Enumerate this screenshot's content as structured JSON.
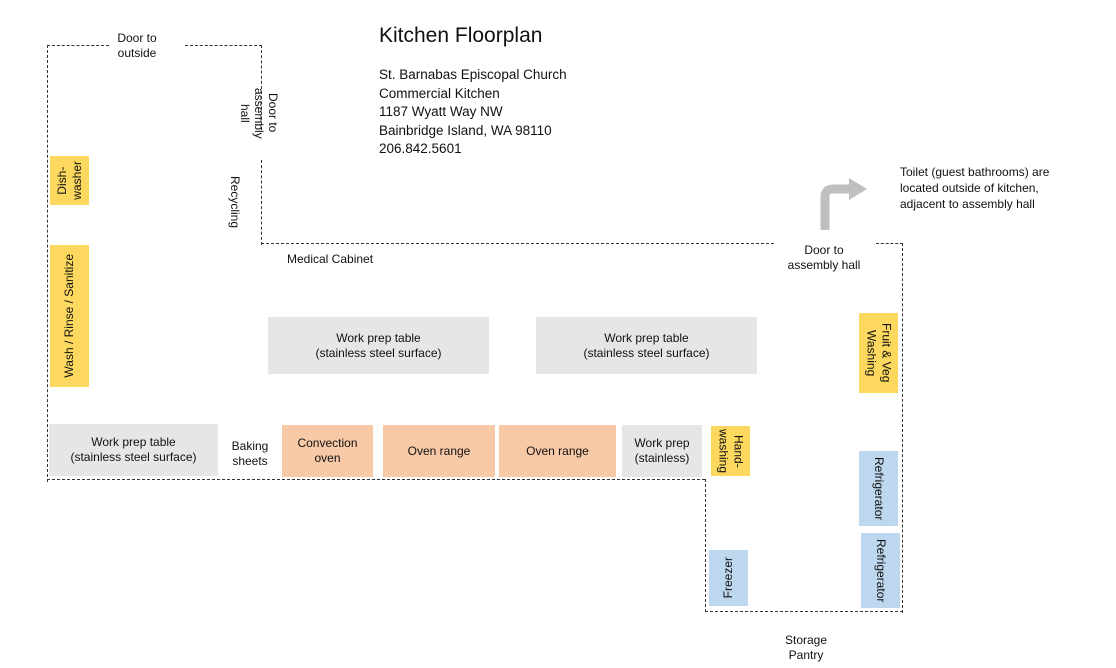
{
  "title": "Kitchen Floorplan",
  "address": {
    "line1": "St. Barnabas Episcopal Church",
    "line2": "Commercial Kitchen",
    "line3": "1187 Wyatt Way NW",
    "line4": "Bainbridge Island, WA 98110",
    "line5": "206.842.5601"
  },
  "labels": {
    "door_outside": "Door to\noutside",
    "door_assembly_side": "Door to\nassembly hall",
    "recycling": "Recycling",
    "medical_cabinet": "Medical Cabinet",
    "door_assembly_main": "Door to\nassembly hall",
    "toilet_note": "Toilet (guest bathrooms) are\nlocated outside of kitchen,\nadjacent to assembly hall",
    "baking_sheets": "Baking\nsheets",
    "storage_pantry": "Storage\nPantry"
  },
  "fixtures": {
    "dishwasher": "Dish-\nwasher",
    "wash_rinse_sanitize": "Wash / Rinse / Sanitize",
    "prep_table_center_left": "Work prep table\n(stainless steel surface)",
    "prep_table_center_right": "Work prep table\n(stainless steel surface)",
    "prep_table_bottom_left": "Work prep table\n(stainless steel surface)",
    "convection_oven": "Convection\noven",
    "oven_range_1": "Oven range",
    "oven_range_2": "Oven range",
    "work_prep_stainless": "Work prep\n(stainless)",
    "handwashing": "Hand-\nwashing",
    "fruit_veg_washing": "Fruit & Veg\nWashing",
    "refrigerator_1": "Refrigerator",
    "refrigerator_2": "Refrigerator",
    "freezer": "Freezer"
  },
  "colors": {
    "gray": "#e6e6e6",
    "peach": "#f7c9a7",
    "yellow": "#fcd85e",
    "blue": "#bdd7ee",
    "arrow": "#bfbfbf"
  },
  "icons": {
    "turn_arrow": "turn-up-right-arrow-icon"
  }
}
